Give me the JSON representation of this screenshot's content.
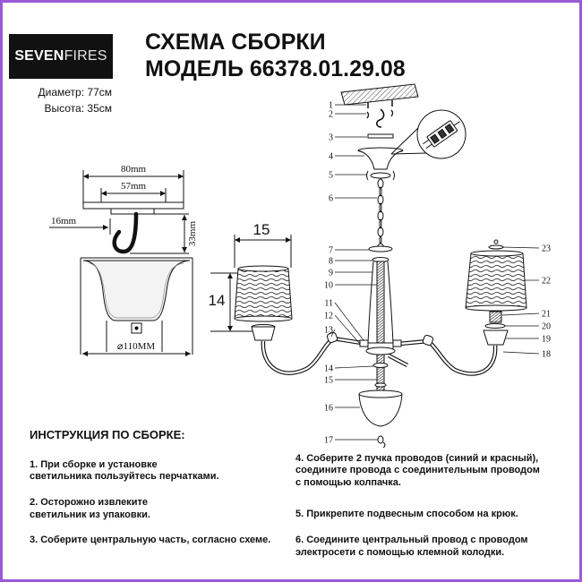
{
  "colors": {
    "frame": "#9b59d6",
    "logo_bg": "#111111",
    "ink": "#111111"
  },
  "logo": {
    "brand_bold": "SEVEN",
    "brand_light": "FIRES"
  },
  "header": {
    "title": "СХЕМА СБОРКИ",
    "model": "МОДЕЛЬ 66378.01.29.08"
  },
  "specs": {
    "diameter": "Диаметр: 77см",
    "height": "Высота: 35см"
  },
  "hook": {
    "outer_width": "80mm",
    "inner_width": "57mm",
    "offset": "16mm",
    "height": "33mm"
  },
  "canopy": {
    "diameter": "⌀110MM"
  },
  "shade": {
    "width": "15",
    "height": "14"
  },
  "callouts": {
    "left": [
      "1",
      "2",
      "3",
      "4",
      "5",
      "6",
      "7",
      "8",
      "9",
      "10",
      "11",
      "12",
      "13",
      "14",
      "15",
      "16",
      "17"
    ],
    "right": [
      "23",
      "22",
      "21",
      "20",
      "19",
      "18"
    ]
  },
  "instructions": {
    "heading": "ИНСТРУКЦИЯ ПО СБОРКЕ:",
    "steps": [
      {
        "lines": [
          "1. При сборке и установке",
          "светильника пользуйтесь перчатками."
        ]
      },
      {
        "lines": [
          "2. Осторожно извлеките",
          "светильник из упаковки."
        ]
      },
      {
        "lines": [
          "3. Соберите центральную часть, согласно схеме."
        ]
      },
      {
        "lines": [
          "4. Соберите 2 пучка проводов (синий и красный),",
          "соедините провода с соединительным проводом",
          "с помощью колпачка."
        ]
      },
      {
        "lines": [
          "5. Прикрепите подвесным способом на крюк."
        ]
      },
      {
        "lines": [
          "6. Соедините центральный провод с проводом",
          "электросети с помощью клемной колодки."
        ]
      }
    ]
  }
}
